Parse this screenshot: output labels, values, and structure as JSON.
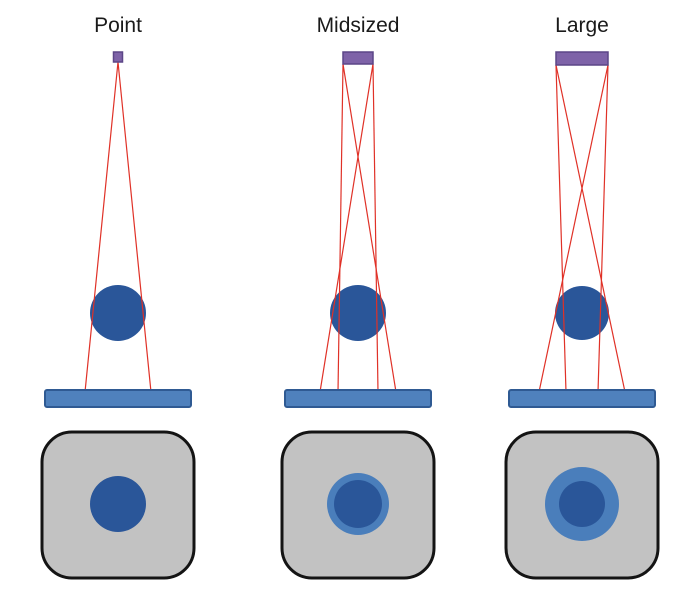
{
  "diagram": {
    "kind": "focal-spot-penumbra-comparison",
    "panel_count": 3
  },
  "colors": {
    "background": "#ffffff",
    "label_text": "#1a1a1a",
    "source_fill": "#7e63a8",
    "source_stroke": "#5c4687",
    "ray": "#e03127",
    "object_fill": "#2a5699",
    "detector_fill": "#4f81bd",
    "detector_stroke": "#2f5a93",
    "frame_fill": "#c2c2c2",
    "frame_stroke": "#141414",
    "penumbra_fill": "#4a7ebb",
    "umbra_fill": "#2a5699"
  },
  "columns": [
    {
      "label": "Point",
      "source_width": 9,
      "source_height": 10,
      "object_radius": 28,
      "umbra_radius": 28,
      "penumbra_radius": 0
    },
    {
      "label": "Midsized",
      "source_width": 30,
      "source_height": 12,
      "object_radius": 28,
      "umbra_radius": 24,
      "penumbra_radius": 31
    },
    {
      "label": "Large",
      "source_width": 52,
      "source_height": 13,
      "object_radius": 27,
      "umbra_radius": 23,
      "penumbra_radius": 37
    }
  ]
}
